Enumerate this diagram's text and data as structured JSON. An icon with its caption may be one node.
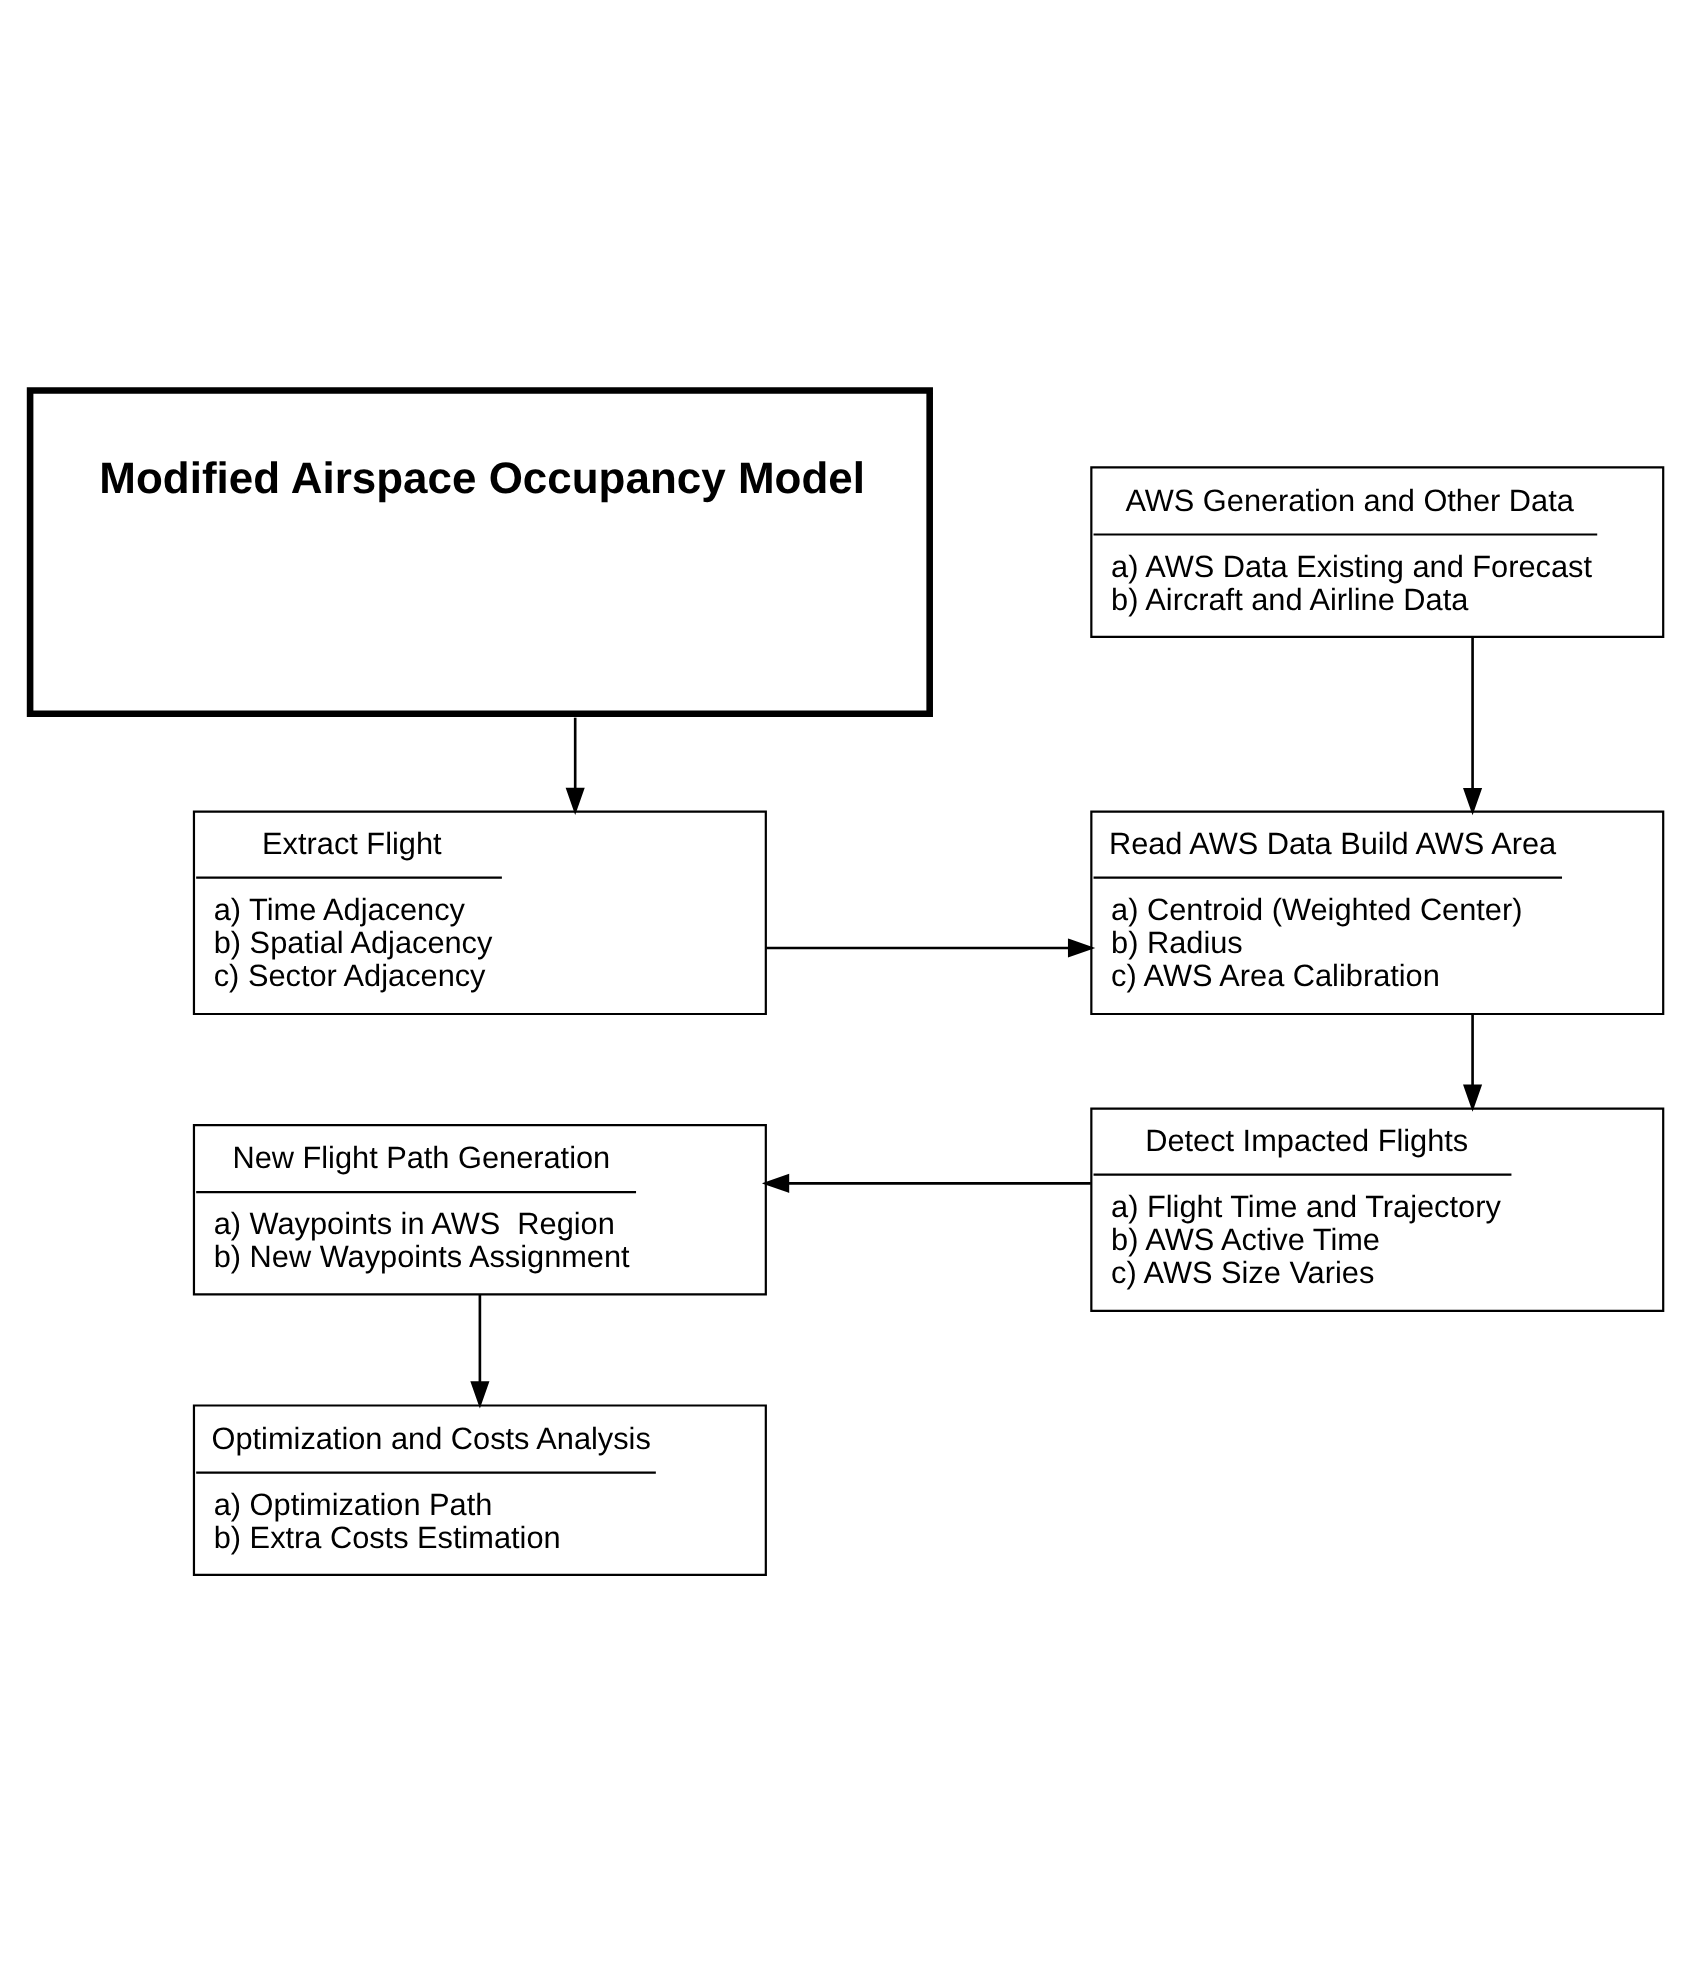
{
  "diagram": {
    "nodes": [
      {
        "text": [
          "Modified Airspace Occupancy Model"
        ]
      },
      {
        "text": [
          "AWS Generation and Other Data",
          "a) AWS Data Existing and Forecast",
          "b) Aircraft and Airline Data"
        ]
      },
      {
        "text": [
          "Extract Flight",
          "a) Time Adjacency",
          "b) Spatial Adjacency",
          "c) Sector Adjacency"
        ]
      },
      {
        "text": [
          "Read AWS Data Build AWS Area",
          "a) Centroid (Weighted Center)",
          "b) Radius",
          "c) AWS Area Calibration"
        ]
      },
      {
        "text": [
          "Detect Impacted Flights",
          "a) Flight Time and Trajectory",
          "b) AWS Active Time",
          "c) AWS Size Varies"
        ]
      },
      {
        "text": [
          "New Flight Path Generation",
          "a) Waypoints in AWS  Region",
          "b) New Waypoints Assignment"
        ]
      },
      {
        "text": [
          "Optimization and Costs Analysis",
          "a) Optimization Path",
          "b) Extra Costs Estimation"
        ]
      }
    ],
    "edges": [
      {
        "from": 0,
        "to": 2,
        "arrow": "to"
      },
      {
        "from": 1,
        "to": 3,
        "arrow": "to"
      },
      {
        "from": 2,
        "to": 3,
        "arrow": "to"
      },
      {
        "from": 3,
        "to": 4,
        "arrow": "to"
      },
      {
        "from": 4,
        "to": 5,
        "arrow": "to"
      },
      {
        "from": 5,
        "to": 6,
        "arrow": "to"
      }
    ]
  }
}
